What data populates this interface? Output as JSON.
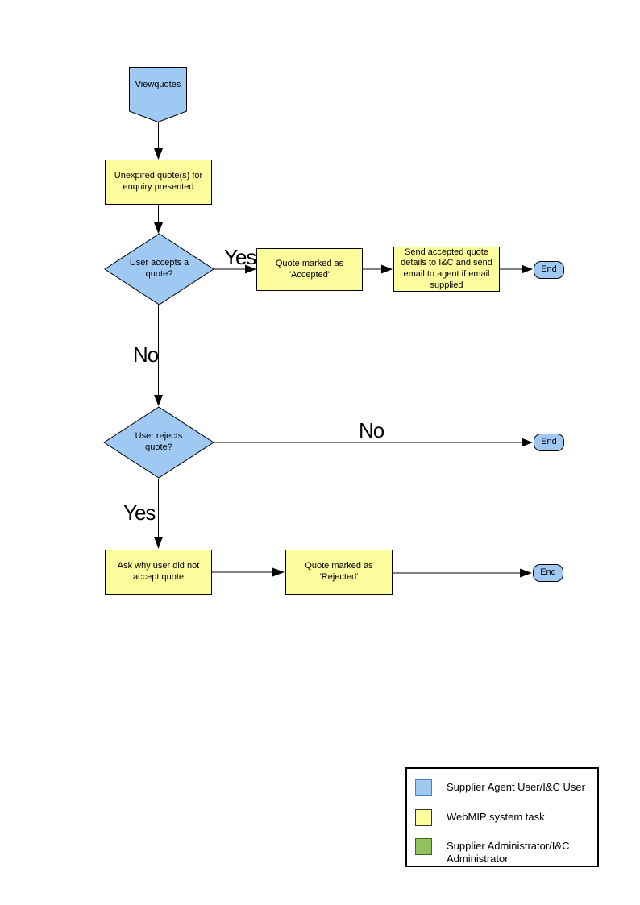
{
  "colors": {
    "agent_user_fill": "#9FC9F3",
    "system_task_fill": "#FCFC9C",
    "admin_fill": "#92C25A"
  },
  "nodes": {
    "start": "Viewquotes",
    "unexpired": "Unexpired quote(s) for enquiry presented",
    "accepts": "User accepts a quote?",
    "accepted": "Quote  marked as 'Accepted'",
    "send_details": "Send accepted quote details to I&C and send email to agent if email supplied",
    "end_accept": "End",
    "rejects": "User rejects quote?",
    "end_reject_no": "End",
    "ask_why": "Ask why user did not accept quote",
    "rejected": "Quote  marked as 'Rejected'",
    "end_rejected": "End"
  },
  "edge_labels": {
    "accepts_yes": "Yes",
    "accepts_no": "No",
    "rejects_no": "No",
    "rejects_yes": "Yes"
  },
  "legend": {
    "items": [
      {
        "label": "Supplier Agent User/I&C User",
        "color": "#9FC9F3"
      },
      {
        "label": "WebMIP system task",
        "color": "#FCFC9C"
      },
      {
        "label": "Supplier Administrator/I&C Administrator",
        "color": "#92C25A"
      }
    ]
  }
}
